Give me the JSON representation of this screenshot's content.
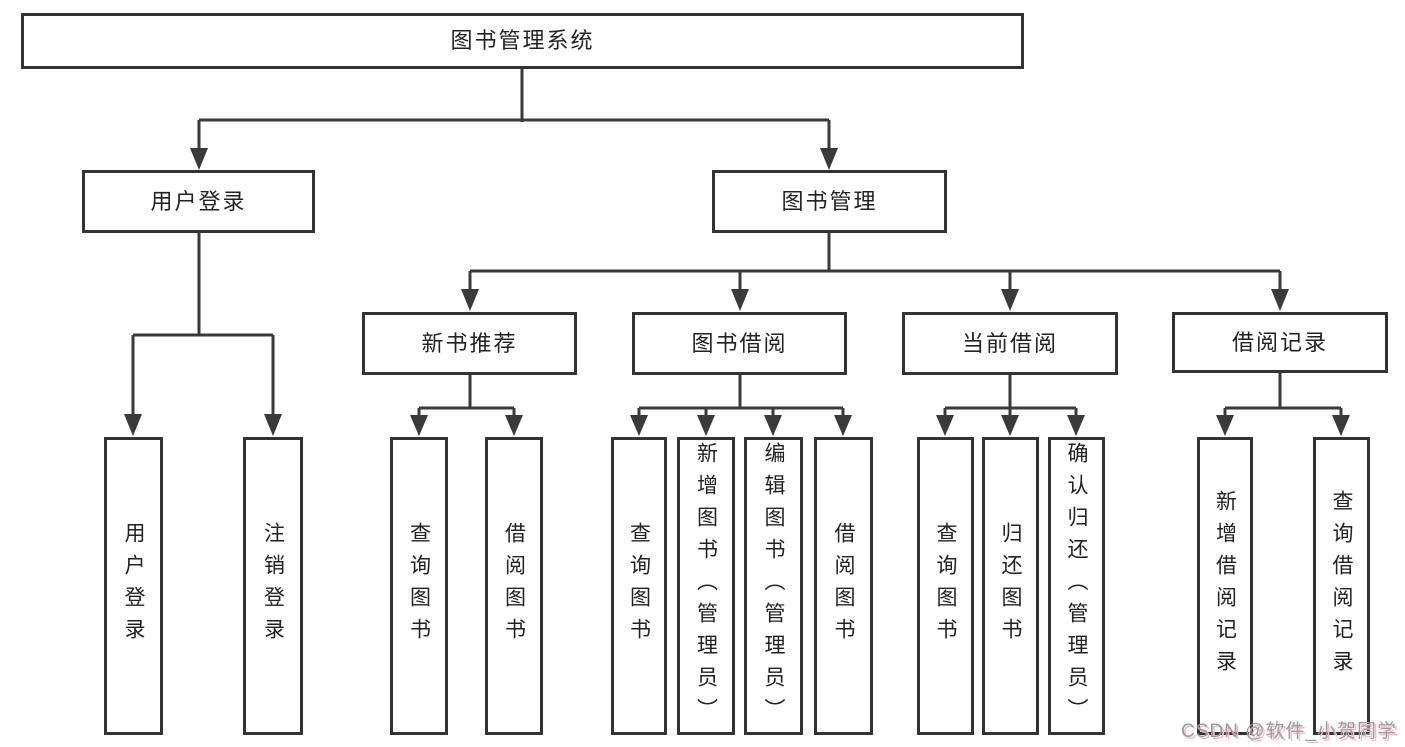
{
  "diagram": {
    "root": {
      "label": "图书管理系统"
    },
    "branches": [
      {
        "label": "用户登录",
        "children": [
          {
            "label": "用户登录"
          },
          {
            "label": "注销登录"
          }
        ]
      },
      {
        "label": "图书管理",
        "children": [
          {
            "label": "新书推荐",
            "children": [
              {
                "label": "查询图书"
              },
              {
                "label": "借阅图书"
              }
            ]
          },
          {
            "label": "图书借阅",
            "children": [
              {
                "label": "查询图书"
              },
              {
                "label": "新增图书（管理员）"
              },
              {
                "label": "编辑图书（管理员）"
              },
              {
                "label": "借阅图书"
              }
            ]
          },
          {
            "label": "当前借阅",
            "children": [
              {
                "label": "查询图书"
              },
              {
                "label": "归还图书"
              },
              {
                "label": "确认归还（管理员）"
              }
            ]
          },
          {
            "label": "借阅记录",
            "children": [
              {
                "label": "新增借阅记录"
              },
              {
                "label": "查询借阅记录"
              }
            ]
          }
        ]
      }
    ]
  },
  "watermark": "CSDN @软件_小贺同学",
  "colors": {
    "line": "#3a3a3a",
    "border": "#333333",
    "text": "#222222",
    "background": "#ffffff",
    "watermark_text": "#9c9c9c",
    "watermark_shadow": "#f3bcc8"
  }
}
